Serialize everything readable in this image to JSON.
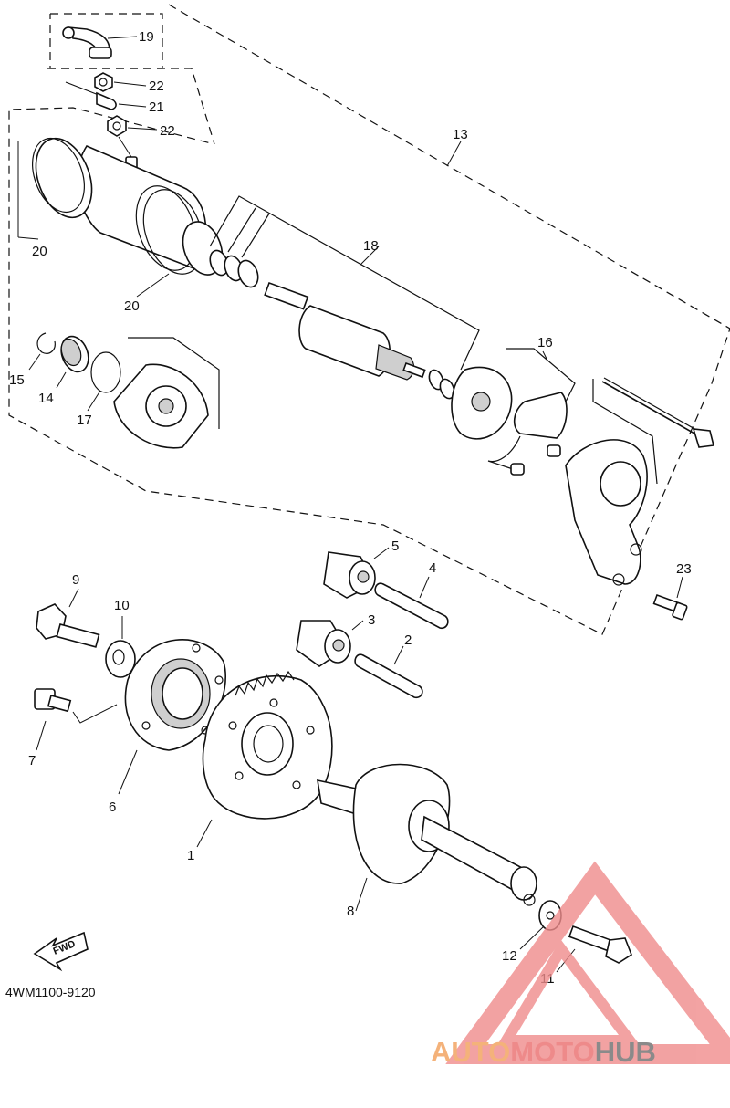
{
  "callouts": {
    "c1": "1",
    "c2": "2",
    "c3": "3",
    "c4": "4",
    "c5": "5",
    "c6": "6",
    "c7": "7",
    "c8": "8",
    "c9": "9",
    "c10": "10",
    "c11": "11",
    "c12": "12",
    "c13": "13",
    "c14": "14",
    "c15": "15",
    "c16": "16",
    "c17": "17",
    "c18": "18",
    "c19": "19",
    "c20a": "20",
    "c20b": "20",
    "c21": "21",
    "c22a": "22",
    "c22b": "22",
    "c23": "23"
  },
  "fwd_label": "FWD",
  "diagram_code": "4WM1100-9120",
  "watermark": {
    "text_auto": "AUTO",
    "text_moto": "MOTO",
    "text_hub": "HUB"
  },
  "colors": {
    "watermark_light": "#f4b27a",
    "watermark_red": "#ee8a8a",
    "watermark_gray": "#8a8a8a",
    "triangle": "#f08c8c"
  },
  "icons": {
    "fwd_arrow": "fwd-arrow-icon",
    "triangle": "watermark-triangle-icon"
  }
}
